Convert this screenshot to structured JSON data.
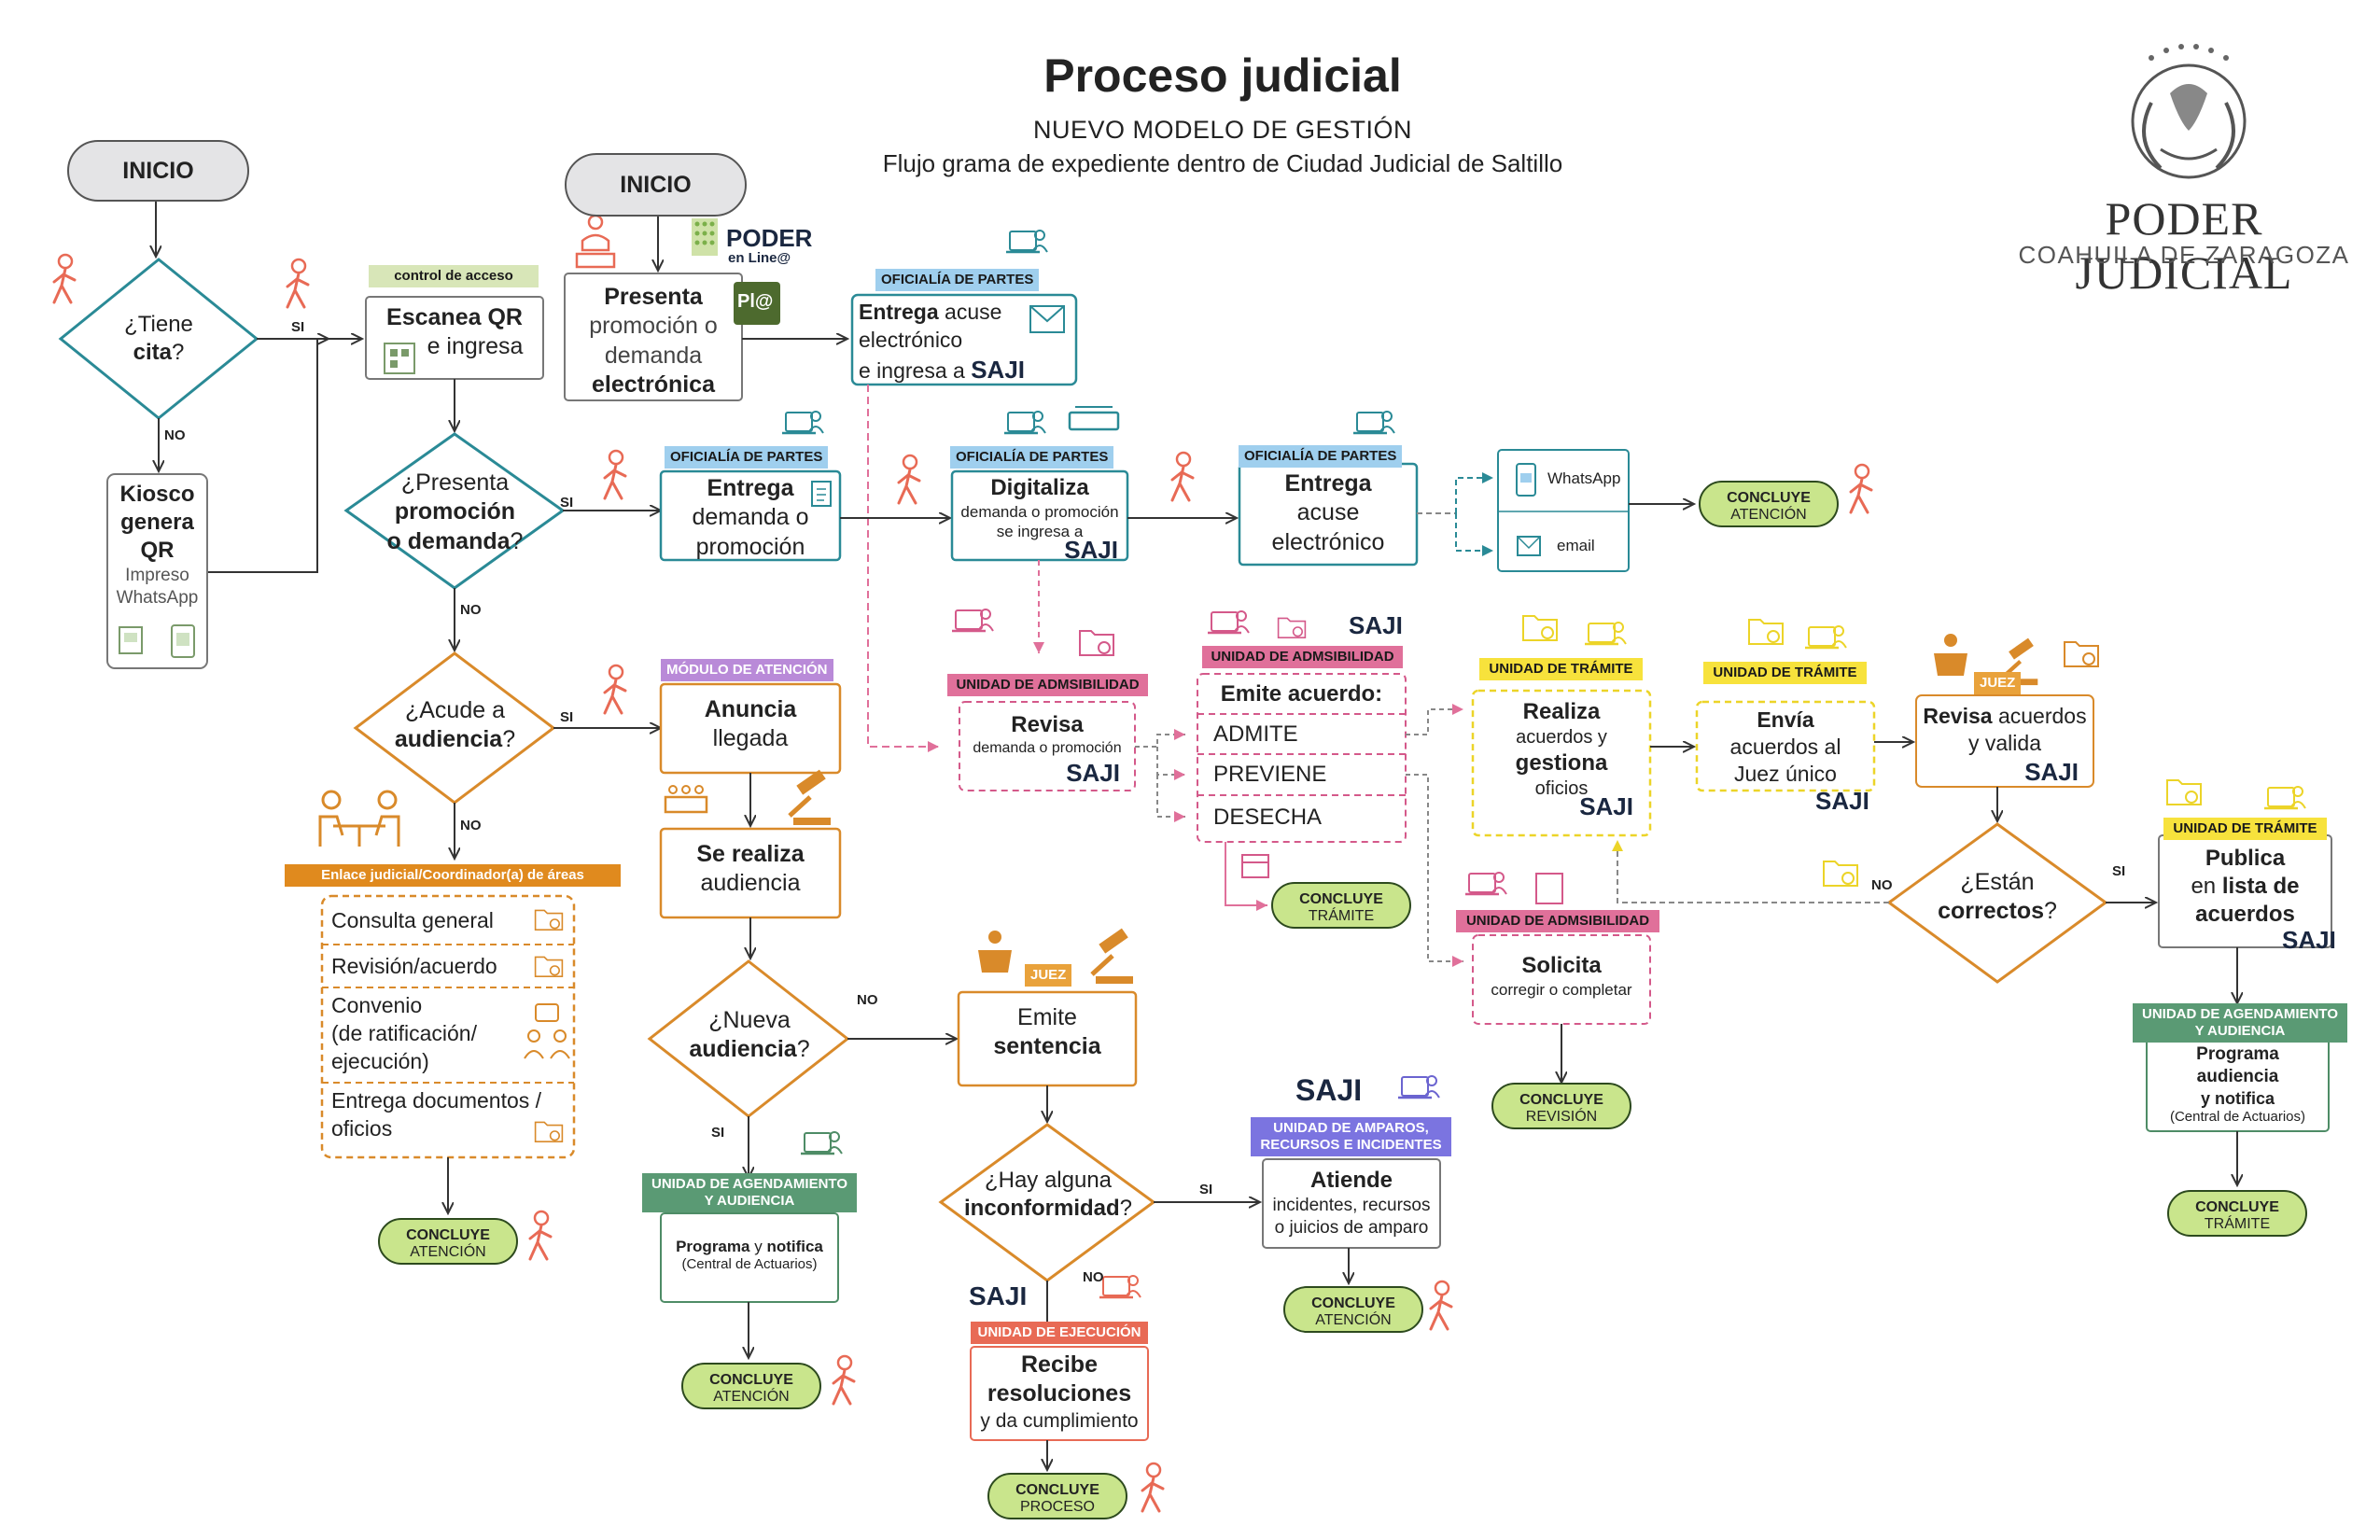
{
  "header": {
    "title": "Proceso judicial",
    "subtitle": "NUEVO MODELO DE GESTIÓN",
    "subtitle2": "Flujo grama de expediente dentro de Ciudad Judicial de Saltillo"
  },
  "logo": {
    "name": "PODER JUDICIAL",
    "state": "COAHUILA DE ZARAGOZA"
  },
  "brands": {
    "saji": "SAJI",
    "poder_en_linea_1": "PODER",
    "poder_en_linea_2": "en Line@",
    "pl_badge": "Pl@"
  },
  "labels": {
    "si": "SI",
    "no": "NO"
  },
  "nodes": {
    "inicio1": "INICIO",
    "inicio2": "INICIO",
    "tiene_cita_q": "¿Tiene",
    "tiene_cita_b": "cita",
    "tiene_cita_end": "?",
    "kiosco_1": "Kiosco",
    "kiosco_2": "genera",
    "kiosco_3": "QR",
    "kiosco_4": "Impreso",
    "kiosco_5": "WhatsApp",
    "control_acceso": "control de acceso",
    "escanea_1": "Escanea QR",
    "escanea_2": "e ingresa",
    "presenta_e_1": "Presenta",
    "presenta_e_2": "promoción o",
    "presenta_e_3": "demanda",
    "presenta_e_4": "electrónica",
    "oficialia": "OFICIALÍA DE PARTES",
    "acuse_1": "Entrega",
    "acuse_2": "acuse",
    "acuse_3": "electrónico",
    "acuse_4": "e ingresa a",
    "presenta_q_1": "¿Presenta",
    "presenta_q_2": "promoción",
    "presenta_q_3": "o demanda",
    "presenta_q_4": "?",
    "entrega_dem_1": "Entrega",
    "entrega_dem_2": "demanda o",
    "entrega_dem_3": "promoción",
    "digitaliza_1": "Digitaliza",
    "digitaliza_2": "demanda o promoción",
    "digitaliza_3": "se ingresa a",
    "entrega_acuse_1": "Entrega",
    "entrega_acuse_2": "acuse",
    "entrega_acuse_3": "electrónico",
    "whatsapp": "WhatsApp",
    "email": "email",
    "concluye": "CONCLUYE",
    "atencion": "ATENCIÓN",
    "tramite": "TRÁMITE",
    "revision": "REVISIÓN",
    "proceso": "PROCESO",
    "modulo_atencion": "MÓDULO DE ATENCIÓN",
    "acude_q_1": "¿Acude a",
    "acude_q_2": "audiencia",
    "acude_q_3": "?",
    "anuncia_1": "Anuncia",
    "anuncia_2": "llegada",
    "se_realiza_1": "Se realiza",
    "se_realiza_2": "audiencia",
    "enlace": "Enlace judicial/Coordinador(a) de áreas",
    "consulta": "Consulta general",
    "revision_acuerdo": "Revisión/acuerdo",
    "convenio_1": "Convenio",
    "convenio_2": "(de ratificación/",
    "convenio_3": "ejecución)",
    "entrega_docs_1": "Entrega documentos /",
    "entrega_docs_2": "oficios",
    "unidad_admisibilidad": "UNIDAD DE ADMSIBILIDAD",
    "revisa_1": "Revisa",
    "revisa_2": "demanda o promoción",
    "emite_acuerdo": "Emite acuerdo:",
    "admite": "ADMITE",
    "previene": "PREVIENE",
    "desecha": "DESECHA",
    "unidad_tramite": "UNIDAD DE TRÁMITE",
    "realiza_1": "Realiza",
    "realiza_2": "acuerdos y",
    "realiza_3": "gestiona",
    "realiza_4": "oficios",
    "envia_1": "Envía",
    "envia_2": "acuerdos al",
    "envia_3": "Juez único",
    "juez": "JUEZ",
    "revisa_ac_1": "Revisa",
    "revisa_ac_2": "acuerdos",
    "revisa_ac_3": "y valida",
    "correctos_q_1": "¿Están",
    "correctos_q_2": "correctos",
    "correctos_q_3": "?",
    "publica_1": "Publica",
    "publica_2": "en",
    "publica_3": "lista de",
    "publica_4": "acuerdos",
    "solicita_1": "Solicita",
    "solicita_2": "corregir o completar",
    "nueva_q_1": "¿Nueva",
    "nueva_q_2": "audiencia",
    "nueva_q_3": "?",
    "emite_sent_1": "Emite",
    "emite_sent_2": "sentencia",
    "unidad_agendamiento_1": "UNIDAD DE AGENDAMIENTO",
    "unidad_agendamiento_2": "Y AUDIENCIA",
    "programa_1": "Programa",
    "programa_2": "y",
    "programa_3": "notifica",
    "programa_4": "(Central de Actuarios)",
    "programa_r_1": "Programa",
    "programa_r_2": "audiencia",
    "programa_r_3": "y notifica",
    "inconformidad_q_1": "¿Hay alguna",
    "inconformidad_q_2": "inconformidad",
    "inconformidad_q_3": "?",
    "unidad_amparos_1": "UNIDAD DE AMPAROS,",
    "unidad_amparos_2": "RECURSOS E INCIDENTES",
    "atiende_1": "Atiende",
    "atiende_2": "incidentes, recursos",
    "atiende_3": "o juicios de amparo",
    "unidad_ejecucion": "UNIDAD DE EJECUCIÓN",
    "recibe_1": "Recibe",
    "recibe_2": "resoluciones",
    "recibe_3": "y da cumplimiento"
  },
  "colors": {
    "teal": "#2a8a96",
    "gray": "#777777",
    "orange": "#d98a2a",
    "pink": "#d4598a",
    "yellow": "#ecd428",
    "green": "#4e8c66",
    "red": "#e86a55",
    "violet": "#6b64d0",
    "navy": "#1a2740"
  }
}
